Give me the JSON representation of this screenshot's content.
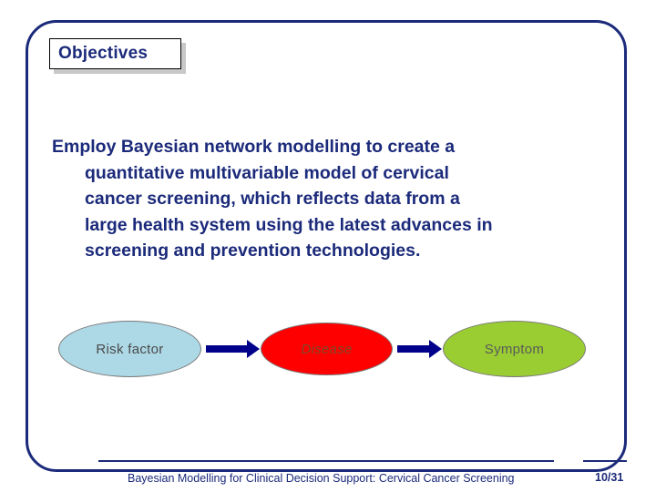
{
  "slide": {
    "title": "Objectives",
    "body": {
      "line1": "Employ Bayesian network modelling to create a",
      "line2": "quantitative multivariable model of cervical",
      "line3": "cancer screening, which reflects data from a",
      "line4": "large health system using the latest advances in",
      "line5": "screening and prevention technologies."
    },
    "diagram": {
      "nodes": [
        {
          "label": "Risk factor",
          "color": "#add8e6"
        },
        {
          "label": "Disease",
          "color": "#ff0000"
        },
        {
          "label": "Symptom",
          "color": "#9acd32"
        }
      ],
      "arrow_color": "#00008b"
    },
    "footer": {
      "text": "Bayesian Modelling for Clinical Decision Support: Cervical Cancer Screening",
      "page": "10/31"
    },
    "accent_color": "#1b2a7a"
  }
}
